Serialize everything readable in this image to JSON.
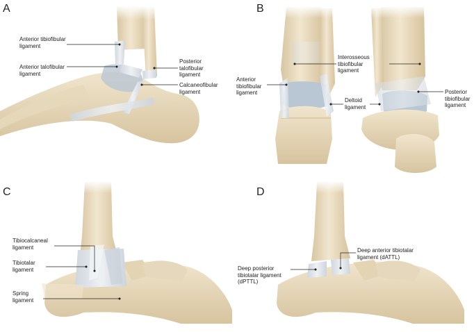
{
  "panels": [
    {
      "letter": "A",
      "labels": [
        "Anterior tibiofibular\nligament",
        "Anterior talofibular\nligament",
        "Posterior\ntalofibular\nligament",
        "Calcaneofibular\nligament"
      ]
    },
    {
      "letter": "B",
      "labels": [
        "Interosseous\ntibiofibular\nligament",
        "Anterior\ntibiofibular\nligament",
        "Deltoid\nligament",
        "Posterior\ntibiofibular\nligament"
      ]
    },
    {
      "letter": "C",
      "labels": [
        "Tibiocalcaneal\nligament",
        "Tibiotalar\nligament",
        "Spring\nligament"
      ]
    },
    {
      "letter": "D",
      "labels": [
        "Deep anterior tibiotalar\nligament (dATTL)",
        "Deep posterior\ntibiotalar ligament\n(dPTTL)"
      ]
    }
  ],
  "colors": {
    "bone": "#eee2c8",
    "bone_shade": "#d9c7a3",
    "ligament": "#dfe4ea",
    "cartilage": "#b9c6d3",
    "leader": "#222222"
  }
}
